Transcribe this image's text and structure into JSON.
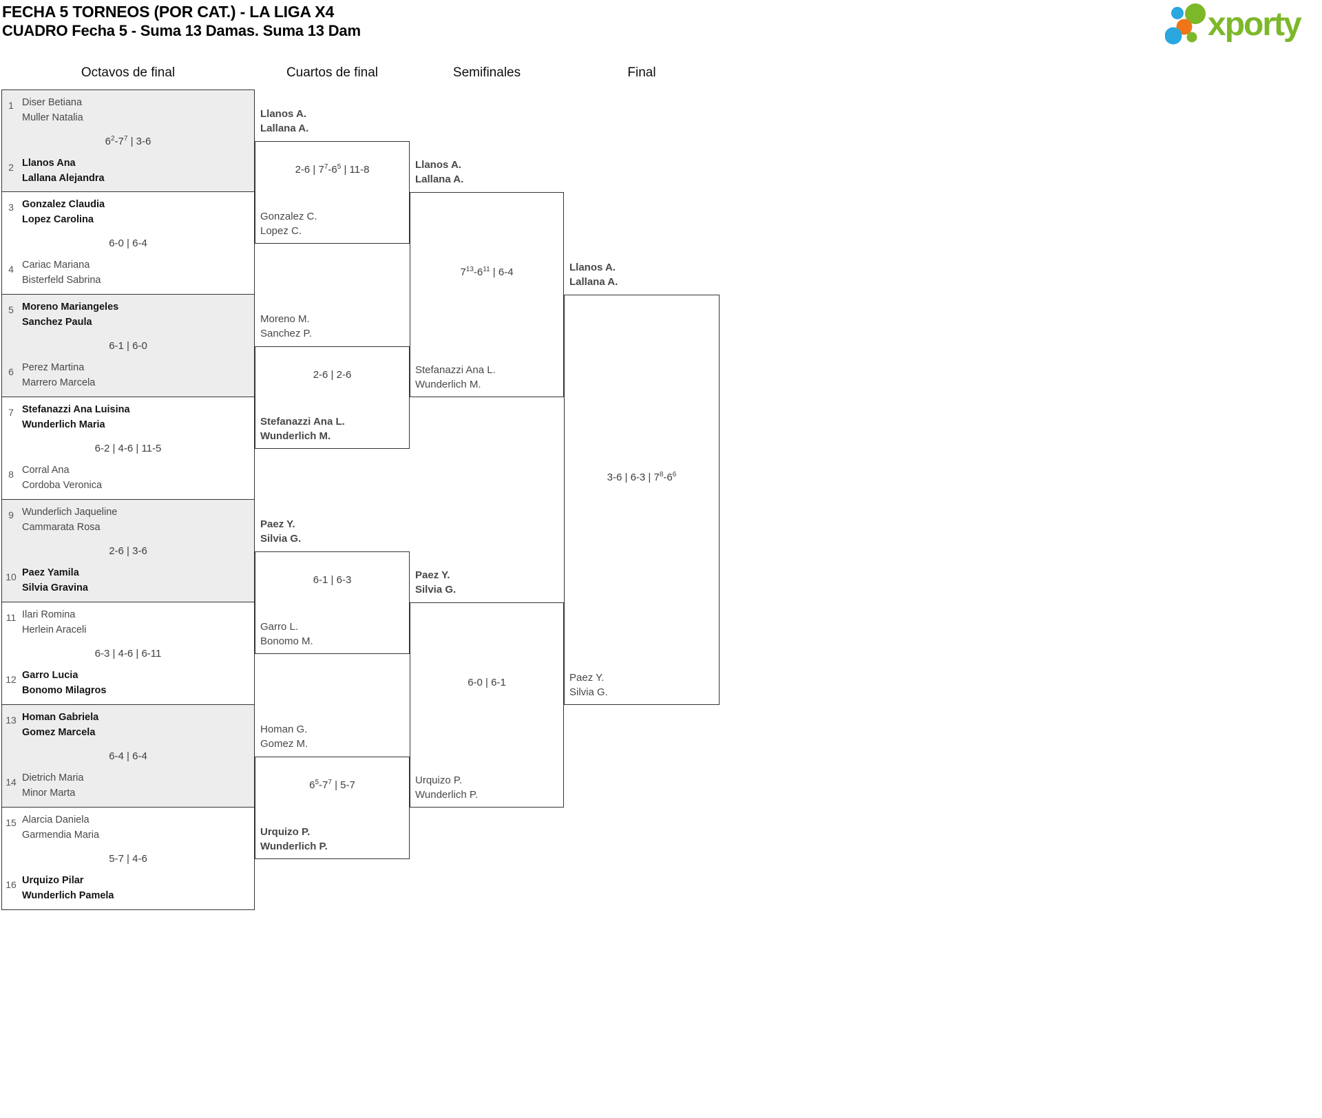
{
  "header": {
    "title": "FECHA 5 TORNEOS (POR CAT.) - LA LIGA X4",
    "subtitle": "CUADRO Fecha 5 - Suma 13 Damas. Suma 13 Dam"
  },
  "logo": {
    "text": "xporty",
    "colors": {
      "green": "#7cb829",
      "blue": "#2ba7df",
      "orange": "#ee7618"
    }
  },
  "round_headers": [
    "Octavos de final",
    "Cuartos de final",
    "Semifinales",
    "Final"
  ],
  "bracket": {
    "octavos": [
      {
        "shaded": true,
        "top": {
          "seed": "1",
          "players": [
            "Diser Betiana",
            "Muller Natalia"
          ],
          "winner": false
        },
        "bottom": {
          "seed": "2",
          "players": [
            "Llanos Ana",
            "Lallana Alejandra"
          ],
          "winner": true
        },
        "score": "6^2-7^7 | 3-6"
      },
      {
        "shaded": false,
        "top": {
          "seed": "3",
          "players": [
            "Gonzalez Claudia",
            "Lopez Carolina"
          ],
          "winner": true
        },
        "bottom": {
          "seed": "4",
          "players": [
            "Cariac Mariana",
            "Bisterfeld Sabrina"
          ],
          "winner": false
        },
        "score": "6-0 | 6-4"
      },
      {
        "shaded": true,
        "top": {
          "seed": "5",
          "players": [
            "Moreno Mariangeles",
            "Sanchez Paula"
          ],
          "winner": true
        },
        "bottom": {
          "seed": "6",
          "players": [
            "Perez Martina",
            "Marrero Marcela"
          ],
          "winner": false
        },
        "score": "6-1 | 6-0"
      },
      {
        "shaded": false,
        "top": {
          "seed": "7",
          "players": [
            "Stefanazzi Ana Luisina",
            "Wunderlich Maria"
          ],
          "winner": true
        },
        "bottom": {
          "seed": "8",
          "players": [
            "Corral Ana",
            "Cordoba Veronica"
          ],
          "winner": false
        },
        "score": "6-2 | 4-6 | 11-5"
      },
      {
        "shaded": true,
        "top": {
          "seed": "9",
          "players": [
            "Wunderlich Jaqueline",
            "Cammarata Rosa"
          ],
          "winner": false
        },
        "bottom": {
          "seed": "10",
          "players": [
            "Paez Yamila",
            "Silvia Gravina"
          ],
          "winner": true
        },
        "score": "2-6 | 3-6"
      },
      {
        "shaded": false,
        "top": {
          "seed": "11",
          "players": [
            "Ilari Romina",
            "Herlein Araceli"
          ],
          "winner": false
        },
        "bottom": {
          "seed": "12",
          "players": [
            "Garro Lucia",
            "Bonomo Milagros"
          ],
          "winner": true
        },
        "score": "6-3 | 4-6 | 6-11"
      },
      {
        "shaded": true,
        "top": {
          "seed": "13",
          "players": [
            "Homan Gabriela",
            "Gomez Marcela"
          ],
          "winner": true
        },
        "bottom": {
          "seed": "14",
          "players": [
            "Dietrich Maria",
            "Minor Marta"
          ],
          "winner": false
        },
        "score": "6-4 | 6-4"
      },
      {
        "shaded": false,
        "top": {
          "seed": "15",
          "players": [
            "Alarcia Daniela",
            "Garmendia Maria"
          ],
          "winner": false
        },
        "bottom": {
          "seed": "16",
          "players": [
            "Urquizo Pilar",
            "Wunderlich Pamela"
          ],
          "winner": true
        },
        "score": "5-7 | 4-6"
      }
    ],
    "cuartos": [
      {
        "top": {
          "players": [
            "Llanos A.",
            "Lallana A."
          ],
          "winner": true
        },
        "bottom": {
          "players": [
            "Gonzalez C.",
            "Lopez C."
          ],
          "winner": false
        },
        "score": "2-6 | 7^7-6^5 | 11-8"
      },
      {
        "top": {
          "players": [
            "Moreno M.",
            "Sanchez P."
          ],
          "winner": false
        },
        "bottom": {
          "players": [
            "Stefanazzi Ana L.",
            "Wunderlich M."
          ],
          "winner": true
        },
        "score": "2-6 | 2-6"
      },
      {
        "top": {
          "players": [
            "Paez Y.",
            "Silvia G."
          ],
          "winner": true
        },
        "bottom": {
          "players": [
            "Garro L.",
            "Bonomo M."
          ],
          "winner": false
        },
        "score": "6-1 | 6-3"
      },
      {
        "top": {
          "players": [
            "Homan G.",
            "Gomez M."
          ],
          "winner": false
        },
        "bottom": {
          "players": [
            "Urquizo P.",
            "Wunderlich P."
          ],
          "winner": true
        },
        "score": "6^5-7^7 | 5-7"
      }
    ],
    "semifinales": [
      {
        "top": {
          "players": [
            "Llanos A.",
            "Lallana A."
          ],
          "winner": true
        },
        "bottom": {
          "players": [
            "Stefanazzi Ana L.",
            "Wunderlich M."
          ],
          "winner": false
        },
        "score": "7^13-6^11 | 6-4"
      },
      {
        "top": {
          "players": [
            "Paez Y.",
            "Silvia G."
          ],
          "winner": true
        },
        "bottom": {
          "players": [
            "Urquizo P.",
            "Wunderlich P."
          ],
          "winner": false
        },
        "score": "6-0 | 6-1"
      }
    ],
    "final": {
      "top": {
        "players": [
          "Llanos A.",
          "Lallana A."
        ],
        "winner": true
      },
      "bottom": {
        "players": [
          "Paez Y.",
          "Silvia G."
        ],
        "winner": false
      },
      "score": "3-6 | 6-3 | 7^8-6^6"
    }
  }
}
